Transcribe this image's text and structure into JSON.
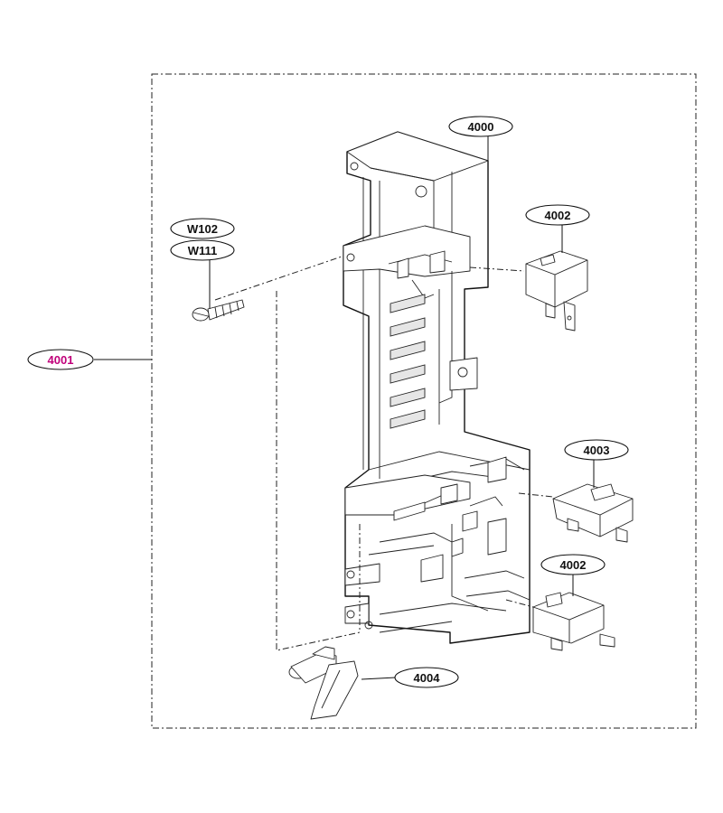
{
  "colors": {
    "line": "#111111",
    "assembly_label": "#c0007a",
    "background": "#ffffff"
  },
  "labels": {
    "frame": "4000",
    "switch_top": "4002",
    "switch_mid": "4003",
    "switch_bottom": "4002",
    "lever": "4004",
    "assembly": "4001",
    "washer_a": "W102",
    "washer_b": "W111"
  },
  "parts": {
    "screw": "screw-icon",
    "lever": "lever-icon",
    "switch": "microswitch-icon",
    "frame": "latch-frame"
  }
}
